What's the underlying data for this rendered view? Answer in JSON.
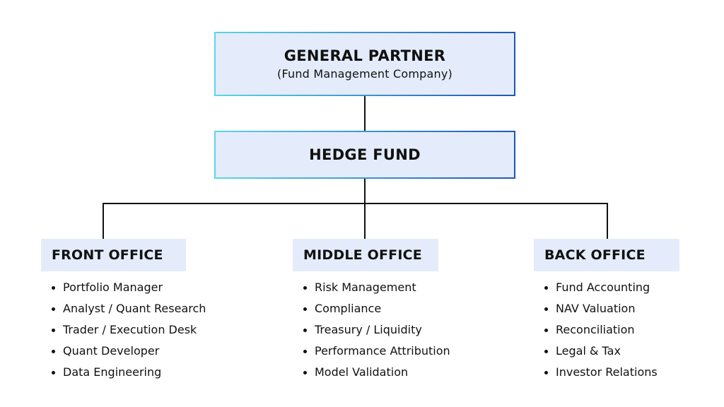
{
  "general_partner": {
    "title": "GENERAL PARTNER",
    "subtitle": "(Fund Management Company)"
  },
  "hedge_fund": {
    "title": "HEDGE FUND"
  },
  "departments": {
    "front": {
      "title": "FRONT OFFICE",
      "items": [
        "Portfolio Manager",
        "Analyst / Quant Research",
        "Trader / Execution Desk",
        "Quant Developer",
        "Data Engineering"
      ]
    },
    "middle": {
      "title": "MIDDLE OFFICE",
      "items": [
        "Risk Management",
        "Compliance",
        "Treasury / Liquidity",
        "Performance Attribution",
        "Model Validation"
      ]
    },
    "back": {
      "title": "BACK OFFICE",
      "items": [
        "Fund Accounting",
        "NAV Valuation",
        "Reconciliation",
        "Legal & Tax",
        "Investor Relations"
      ]
    }
  },
  "colors": {
    "box_fill": "#e4ecfb",
    "border_gradient_start": "#5cd6e6",
    "border_gradient_end": "#1f56b8",
    "line": "#111111"
  }
}
